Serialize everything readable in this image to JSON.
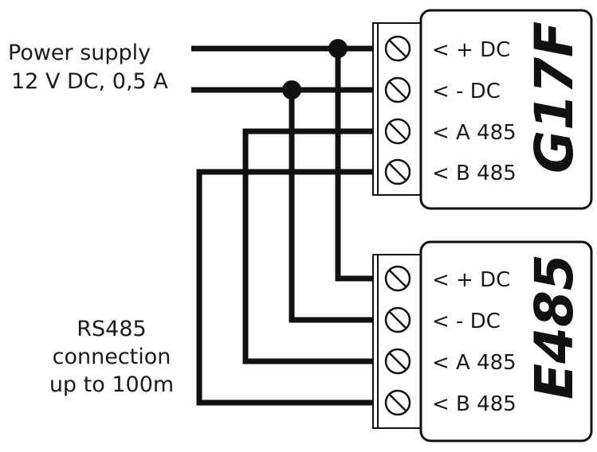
{
  "power_supply": {
    "line1": "Power supply",
    "line2": "12 V DC, 0,5 A"
  },
  "rs485_note": {
    "line1": "RS485",
    "line2": "connection",
    "line3": "up to 100m"
  },
  "devices": [
    {
      "model": "G17F",
      "terminals": [
        "< + DC",
        "< - DC",
        "< A 485",
        "< B 485"
      ]
    },
    {
      "model": "E485",
      "terminals": [
        "< + DC",
        "< - DC",
        "< A 485",
        "< B 485"
      ]
    }
  ],
  "colors": {
    "wire": "#111111",
    "text": "#1a1a1a",
    "background": "#ffffff"
  }
}
